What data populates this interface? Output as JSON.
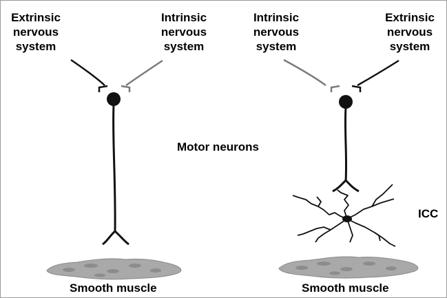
{
  "labels": {
    "left_extrinsic": [
      "Extrinsic",
      "nervous",
      "system"
    ],
    "left_intrinsic": [
      "Intrinsic",
      "nervous",
      "system"
    ],
    "right_intrinsic": [
      "Intrinsic",
      "nervous",
      "system"
    ],
    "right_extrinsic": [
      "Extrinsic",
      "nervous",
      "system"
    ],
    "motor_neurons": "Motor neurons",
    "icc": "ICC",
    "smooth_muscle_left": "Smooth muscle",
    "smooth_muscle_right": "Smooth muscle"
  },
  "colors": {
    "line_dark": "#111111",
    "line_gray": "#7a7a7a",
    "muscle_fill": "#a9a9a9",
    "muscle_cell": "#8c8c8c"
  }
}
